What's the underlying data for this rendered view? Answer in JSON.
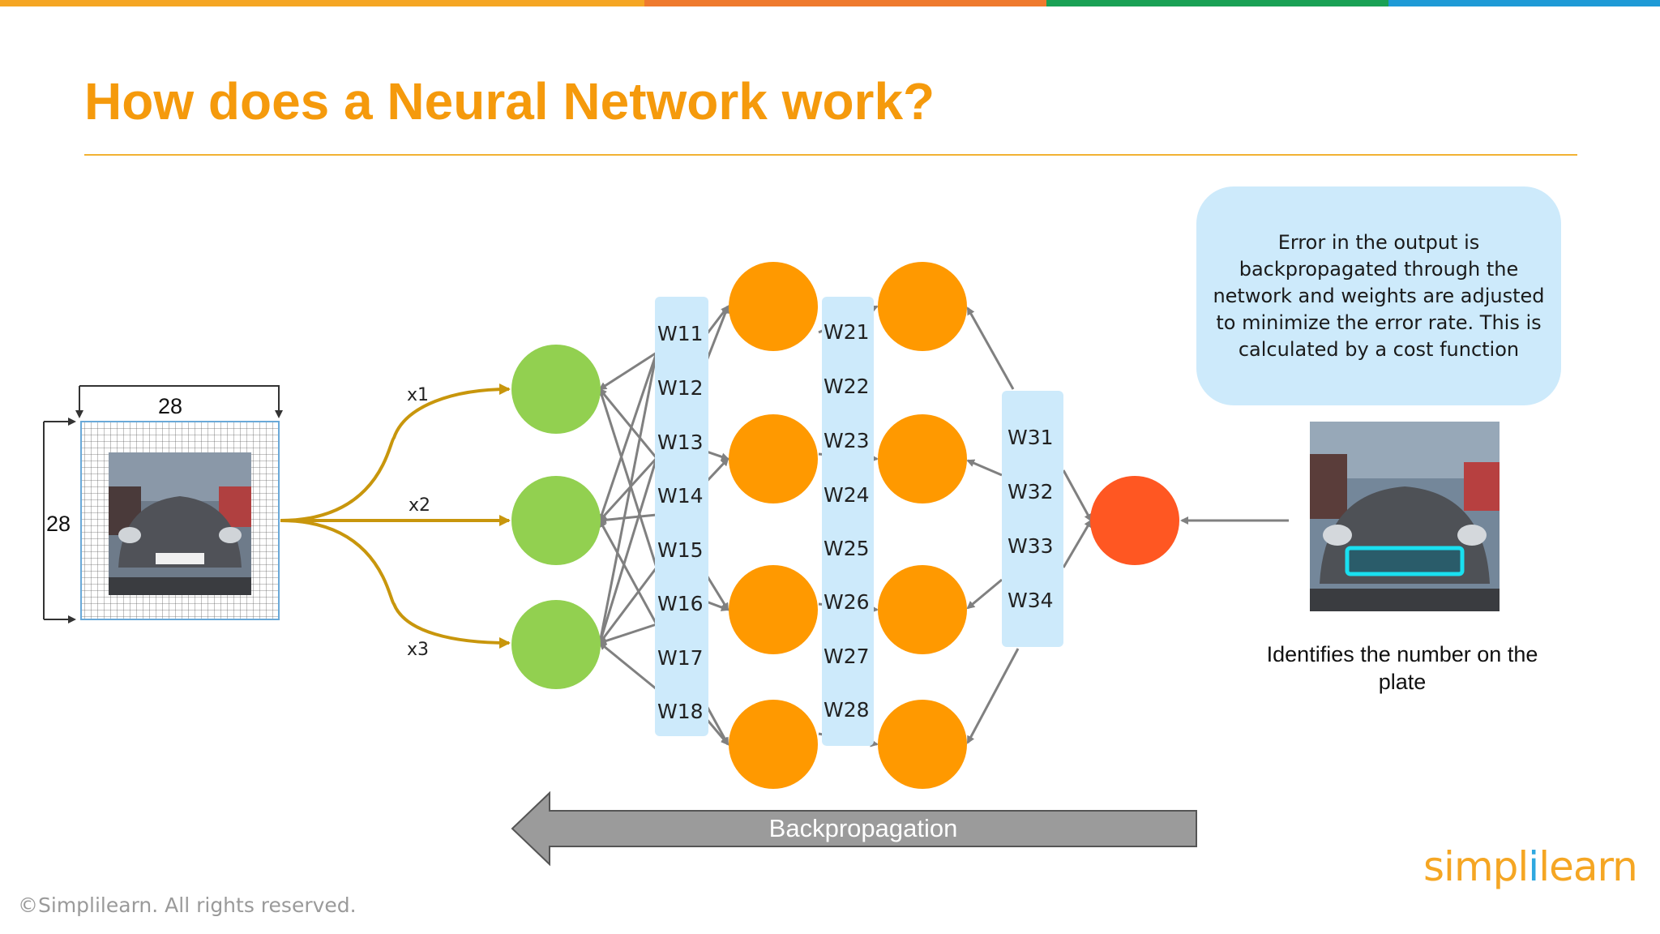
{
  "slide": {
    "title": "How does a Neural Network work?",
    "accent_colors": [
      "#f5a623",
      "#ef7a2e",
      "#1aa155",
      "#1e9ad6"
    ]
  },
  "input_grid": {
    "width_label": "28",
    "height_label": "28"
  },
  "inputs": {
    "x1": "x1",
    "x2": "x2",
    "x3": "x3"
  },
  "weights": {
    "layer1": [
      "W11",
      "W12",
      "W13",
      "W14",
      "W15",
      "W16",
      "W17",
      "W18"
    ],
    "layer2": [
      "W21",
      "W22",
      "W23",
      "W24",
      "W25",
      "W26",
      "W27",
      "W28"
    ],
    "layer3": [
      "W31",
      "W32",
      "W33",
      "W34"
    ]
  },
  "neuron_colors": {
    "input": "#92d050",
    "hidden": "#ff9900",
    "output": "#ff5722"
  },
  "callout": {
    "text": "Error in the output is backpropagated through the network and weights are adjusted to minimize the error rate. This is calculated by a cost function"
  },
  "output_caption": "Identifies the number on the plate",
  "backprop_label": "Backpropagation",
  "footer": "©Simplilearn. All rights reserved.",
  "logo": {
    "part1": "simpl",
    "sep": "i",
    "part2": "learn"
  }
}
